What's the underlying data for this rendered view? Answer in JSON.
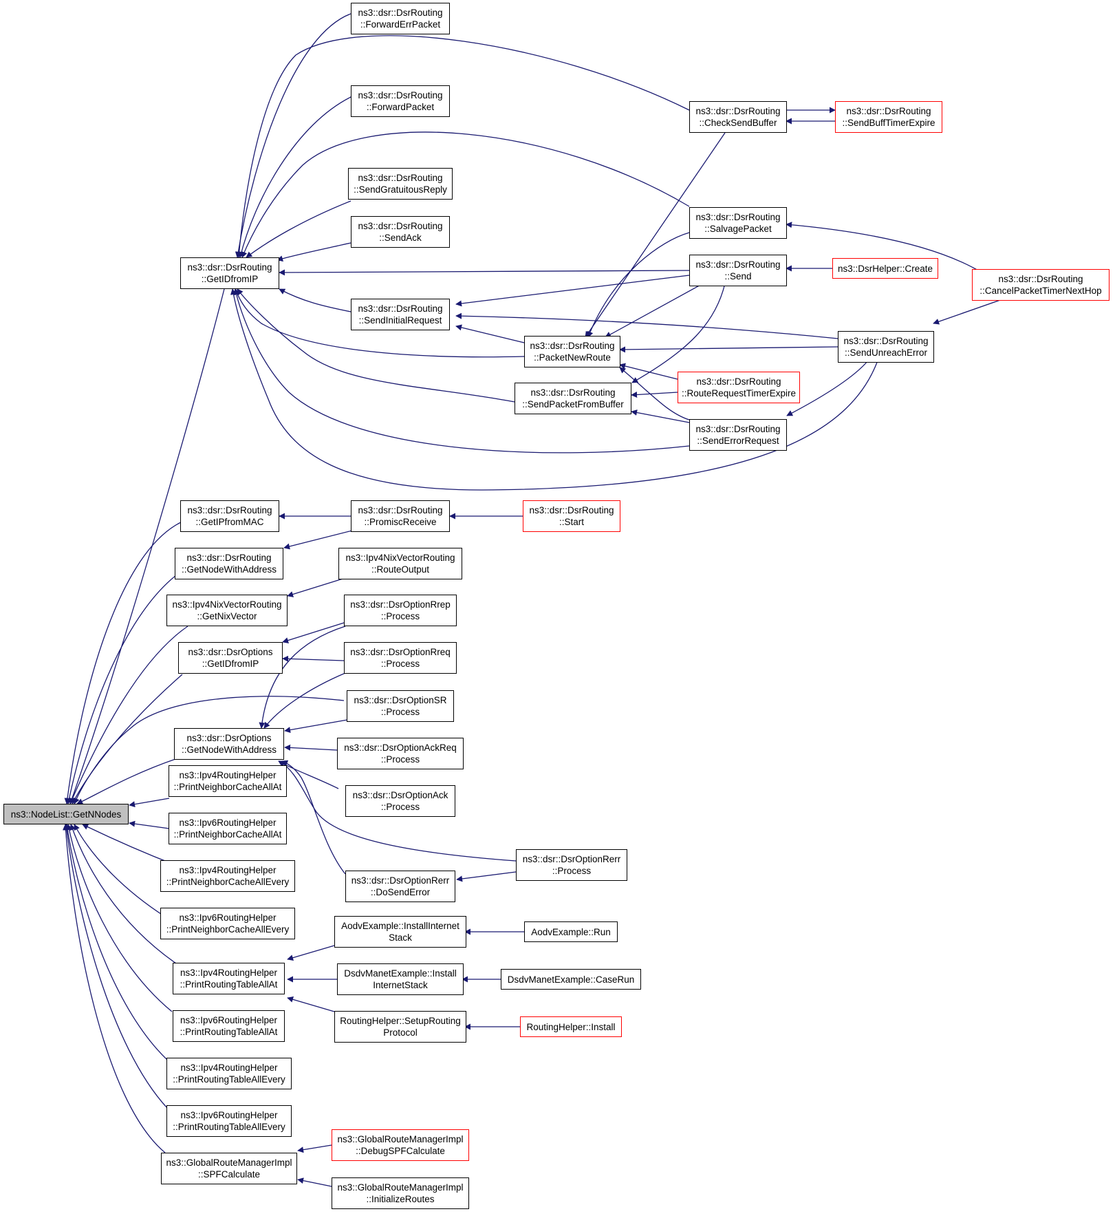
{
  "colors": {
    "edge": "#191970",
    "node_border": "#000000",
    "truncated_border": "#ff0000",
    "root_fill": "#bfbfbf"
  },
  "nodes": {
    "root": "ns3::NodeList::GetNNodes",
    "getidfromip": "ns3::dsr::DsrRouting\n::GetIDfromIP",
    "getipfrommac": "ns3::dsr::DsrRouting\n::GetIPfromMAC",
    "getnodewithaddress_routing": "ns3::dsr::DsrRouting\n::GetNodeWithAddress",
    "getnixvector": "ns3::Ipv4NixVectorRouting\n::GetNixVector",
    "options_getidfromip": "ns3::dsr::DsrOptions\n::GetIDfromIP",
    "options_getnodewithaddress": "ns3::dsr::DsrOptions\n::GetNodeWithAddress",
    "ipv4_printneighborcacheallat": "ns3::Ipv4RoutingHelper\n::PrintNeighborCacheAllAt",
    "ipv6_printneighborcacheallat": "ns3::Ipv6RoutingHelper\n::PrintNeighborCacheAllAt",
    "ipv4_printneighborcacheallevery": "ns3::Ipv4RoutingHelper\n::PrintNeighborCacheAllEvery",
    "ipv6_printneighborcacheallevery": "ns3::Ipv6RoutingHelper\n::PrintNeighborCacheAllEvery",
    "ipv4_printroutingtableallat": "ns3::Ipv4RoutingHelper\n::PrintRoutingTableAllAt",
    "ipv6_printroutingtableallat": "ns3::Ipv6RoutingHelper\n::PrintRoutingTableAllAt",
    "ipv4_printroutingtableallevery": "ns3::Ipv4RoutingHelper\n::PrintRoutingTableAllEvery",
    "ipv6_printroutingtableallevery": "ns3::Ipv6RoutingHelper\n::PrintRoutingTableAllEvery",
    "spfcalculate": "ns3::GlobalRouteManagerImpl\n::SPFCalculate",
    "forwarderrpacket": "ns3::dsr::DsrRouting\n::ForwardErrPacket",
    "forwardpacket": "ns3::dsr::DsrRouting\n::ForwardPacket",
    "sendgratuitousreply": "ns3::dsr::DsrRouting\n::SendGratuitousReply",
    "sendack": "ns3::dsr::DsrRouting\n::SendAck",
    "sendinitialrequest": "ns3::dsr::DsrRouting\n::SendInitialRequest",
    "promiscreceive": "ns3::dsr::DsrRouting\n::PromiscReceive",
    "routeoutput": "ns3::Ipv4NixVectorRouting\n::RouteOutput",
    "optionrrep_process": "ns3::dsr::DsrOptionRrep\n::Process",
    "optionrreq_process": "ns3::dsr::DsrOptionRreq\n::Process",
    "optionsr_process": "ns3::dsr::DsrOptionSR\n::Process",
    "optionackreq_process": "ns3::dsr::DsrOptionAckReq\n::Process",
    "optionack_process": "ns3::dsr::DsrOptionAck\n::Process",
    "optionrerr_dosenderror": "ns3::dsr::DsrOptionRerr\n::DoSendError",
    "installinternetstack_aodv": "AodvExample::InstallInternet\nStack",
    "installinternetstack_dsdv": "DsdvManetExample::Install\nInternetStack",
    "setuproutingprotocol": "RoutingHelper::SetupRouting\nProtocol",
    "debugspfcalculate": "ns3::GlobalRouteManagerImpl\n::DebugSPFCalculate",
    "initializeroutes": "ns3::GlobalRouteManagerImpl\n::InitializeRoutes",
    "packetnewroute": "ns3::dsr::DsrRouting\n::PacketNewRoute",
    "sendpacketfrombuffer": "ns3::dsr::DsrRouting\n::SendPacketFromBuffer",
    "start": "ns3::dsr::DsrRouting\n::Start",
    "optionrerr_process": "ns3::dsr::DsrOptionRerr\n::Process",
    "aodv_run": "AodvExample::Run",
    "dsdv_caserun": "DsdvManetExample::CaseRun",
    "routinghelper_install": "RoutingHelper::Install",
    "checksendbuffer": "ns3::dsr::DsrRouting\n::CheckSendBuffer",
    "salvagepacket": "ns3::dsr::DsrRouting\n::SalvagePacket",
    "send": "ns3::dsr::DsrRouting\n::Send",
    "routerequesttimerexpire": "ns3::dsr::DsrRouting\n::RouteRequestTimerExpire",
    "senderrorrequest": "ns3::dsr::DsrRouting\n::SendErrorRequest",
    "sendbufftimerexpire": "ns3::dsr::DsrRouting\n::SendBuffTimerExpire",
    "dsrhelper_create": "ns3::DsrHelper::Create",
    "sendunreacherror": "ns3::dsr::DsrRouting\n::SendUnreachError",
    "cancelpackettimernexthop": "ns3::dsr::DsrRouting\n::CancelPacketTimerNextHop"
  }
}
